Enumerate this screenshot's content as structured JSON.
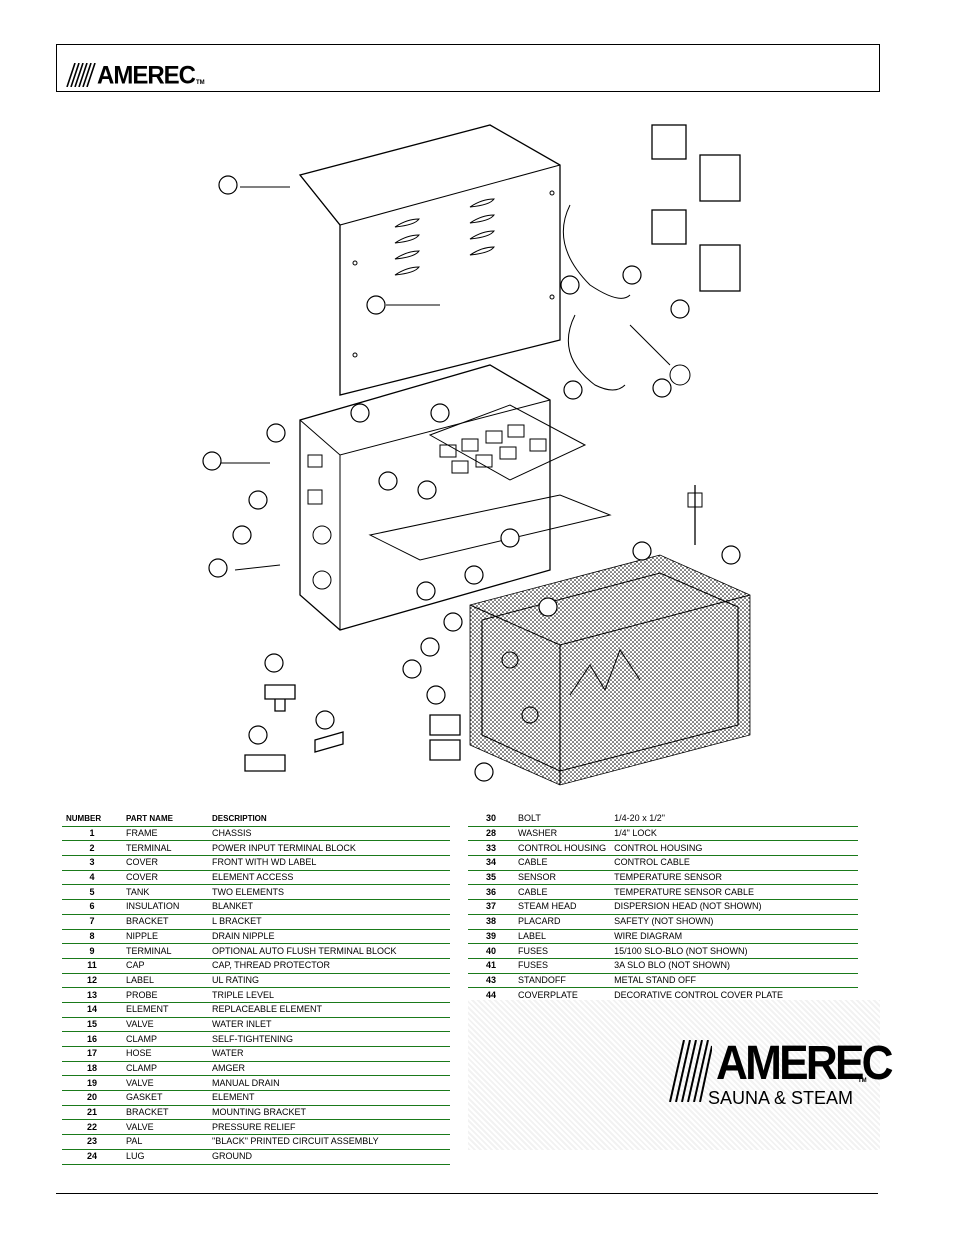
{
  "header": {
    "brand": "AMEREC",
    "tm": "TM"
  },
  "parts_left": {
    "columns": [
      "NUMBER",
      "PART NAME",
      "DESCRIPTION"
    ],
    "rows": [
      [
        "1",
        "FRAME",
        "CHASSIS"
      ],
      [
        "2",
        "TERMINAL",
        "POWER INPUT TERMINAL BLOCK"
      ],
      [
        "3",
        "COVER",
        "FRONT WITH WD LABEL"
      ],
      [
        "4",
        "COVER",
        "ELEMENT ACCESS"
      ],
      [
        "5",
        "TANK",
        "TWO ELEMENTS"
      ],
      [
        "6",
        "INSULATION",
        "BLANKET"
      ],
      [
        "7",
        "BRACKET",
        "L BRACKET"
      ],
      [
        "8",
        "NIPPLE",
        "DRAIN NIPPLE"
      ],
      [
        "9",
        "TERMINAL",
        "OPTIONAL AUTO FLUSH TERMINAL BLOCK"
      ],
      [
        "11",
        "CAP",
        "CAP, THREAD PROTECTOR"
      ],
      [
        "12",
        "LABEL",
        "UL RATING"
      ],
      [
        "13",
        "PROBE",
        "TRIPLE LEVEL"
      ],
      [
        "14",
        "ELEMENT",
        "REPLACEABLE ELEMENT"
      ],
      [
        "15",
        "VALVE",
        "WATER INLET"
      ],
      [
        "16",
        "CLAMP",
        "SELF-TIGHTENING"
      ],
      [
        "17",
        "HOSE",
        "WATER"
      ],
      [
        "18",
        "CLAMP",
        "AMGER"
      ],
      [
        "19",
        "VALVE",
        "MANUAL DRAIN"
      ],
      [
        "20",
        "GASKET",
        "ELEMENT"
      ],
      [
        "21",
        "BRACKET",
        "MOUNTING BRACKET"
      ],
      [
        "22",
        "VALVE",
        "PRESSURE RELIEF"
      ],
      [
        "23",
        "PAL",
        "\"BLACK\" PRINTED CIRCUIT ASSEMBLY"
      ],
      [
        "24",
        "LUG",
        "GROUND"
      ]
    ]
  },
  "parts_right": {
    "rows": [
      [
        "30",
        "BOLT",
        "1/4-20 x 1/2\""
      ],
      [
        "28",
        "WASHER",
        "1/4\" LOCK"
      ],
      [
        "33",
        "CONTROL HOUSING",
        "CONTROL HOUSING"
      ],
      [
        "34",
        "CABLE",
        "CONTROL CABLE"
      ],
      [
        "35",
        "SENSOR",
        "TEMPERATURE SENSOR"
      ],
      [
        "36",
        "CABLE",
        "TEMPERATURE SENSOR CABLE"
      ],
      [
        "37",
        "STEAM HEAD",
        "DISPERSION HEAD (NOT SHOWN)"
      ],
      [
        "38",
        "PLACARD",
        "SAFETY (NOT SHOWN)"
      ],
      [
        "39",
        "LABEL",
        "WIRE DIAGRAM"
      ],
      [
        "40",
        "FUSES",
        "15/100 SLO-BLO (NOT SHOWN)"
      ],
      [
        "41",
        "FUSES",
        "3A SLO BLO (NOT SHOWN)"
      ],
      [
        "43",
        "STANDOFF",
        "METAL STAND OFF"
      ],
      [
        "44",
        "COVERPLATE",
        "DECORATIVE CONTROL COVER PLATE"
      ]
    ]
  },
  "brand_panel": {
    "brand": "AMEREC",
    "subtitle": "SAUNA & STEAM",
    "tm": "TM"
  }
}
